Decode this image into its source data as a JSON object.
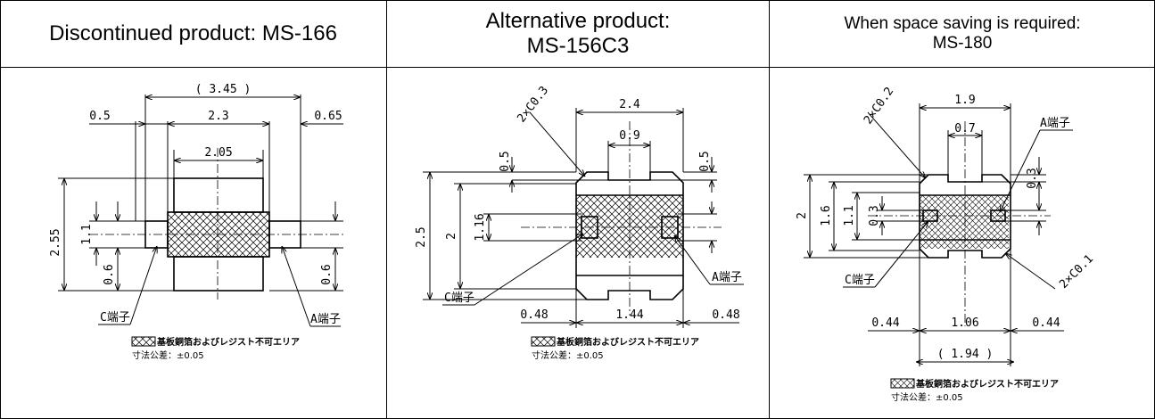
{
  "columns": [
    {
      "title_lines": [
        "Discontinued product: MS-166"
      ]
    },
    {
      "title_lines": [
        "Alternative product:",
        "MS-156C3"
      ]
    },
    {
      "title_lines": [
        "When space saving is required:",
        "MS-180"
      ]
    }
  ],
  "d1": {
    "overall": "( 3.45 )",
    "left_pad": "0.5",
    "body_w": "2.3",
    "right_pad": "0.65",
    "inner_w": "2.05",
    "height": "2.55",
    "term_h": "1.1",
    "bottom_l": "0.6",
    "bottom_r": "0.6",
    "c_term": "C端子",
    "a_term": "A端子"
  },
  "d2": {
    "chamfer": "2×C0.3",
    "top_w": "2.4",
    "notch_w": "0.9",
    "notch_l": "0.5",
    "notch_r": "0.5",
    "overall_h": "2.5",
    "body_h": "2",
    "term_h": "1.16",
    "left_ext": "0.48",
    "mid_w": "1.44",
    "right_ext": "0.48",
    "c_term": "C端子",
    "a_term": "A端子"
  },
  "d3": {
    "chamfer_top": "2×C0.2",
    "top_w": "1.9",
    "notch_w": "0.7",
    "a_term": "A端子",
    "notch_r": "0.3",
    "overall_h": "2",
    "h1": "1.6",
    "h2": "1.1",
    "h3": "0.3",
    "chamfer_bot": "2×C0.1",
    "c_term": "C端子",
    "left_ext": "0.44",
    "mid_w": "1.06",
    "right_ext": "0.44",
    "overall_w": "( 1.94 )"
  },
  "legend": {
    "area": "基板銅箔およびレジスト不可エリア",
    "tolerance": "寸法公差：±0.05"
  }
}
